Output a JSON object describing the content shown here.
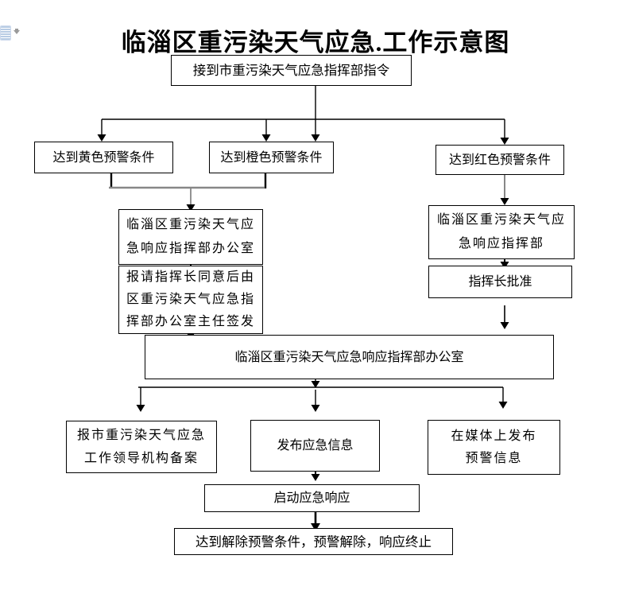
{
  "title": "临淄区重污染天气应急.工作示意图",
  "icons": {
    "doc_icon": "document-paragraph-icon",
    "dropdown_icon": "dropdown-arrow-icon"
  },
  "nodes": {
    "start": {
      "label": "接到市重污染天气应急指挥部指令"
    },
    "yellow": {
      "label": "达到黄色预警条件"
    },
    "orange": {
      "label": "达到橙色预警条件"
    },
    "red": {
      "label": "达到红色预警条件"
    },
    "district_office": {
      "lines": [
        "临淄区重污染天气应",
        "急响应指挥部办公室"
      ]
    },
    "sign_request": {
      "lines": [
        "报请指挥长同意后由",
        "区重污染天气应急指",
        "挥部办公室主任签发"
      ]
    },
    "district_hq": {
      "lines": [
        "临淄区重污染天气应",
        "急响应指挥部"
      ]
    },
    "commander_approve": {
      "label": "指挥长批准"
    },
    "office_wide": {
      "label": "临淄区重污染天气应急响应指挥部办公室"
    },
    "report_city": {
      "lines": [
        "报市重污染天气应急",
        "工作领导机构备案"
      ]
    },
    "publish_info": {
      "label": "发布应急信息"
    },
    "media_release": {
      "lines": [
        "在媒体上发布",
        "预警信息"
      ]
    },
    "launch_response": {
      "label": "启动应急响应"
    },
    "end": {
      "label": "达到解除预警条件，预警解除，响应终止"
    }
  },
  "colors": {
    "line_black": "#000000",
    "line_gray": "#878787",
    "icon_blue": "#b8cce4",
    "icon_gray": "#9a9a9a"
  }
}
